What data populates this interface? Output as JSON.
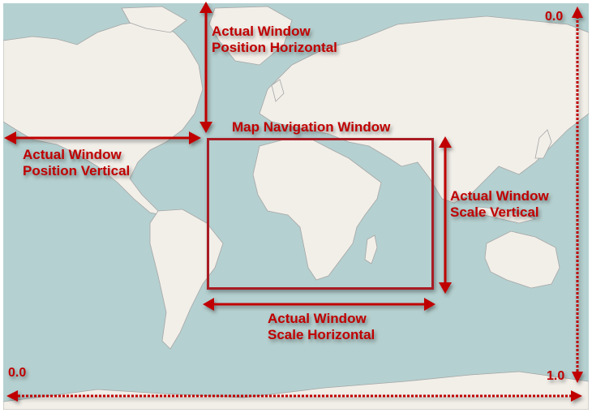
{
  "colors": {
    "ocean": "#b5d0d0",
    "land": "#f2efe9",
    "border": "#a6a6a6",
    "accent_red": "#c00000",
    "window_border": "#a91c24"
  },
  "labels": {
    "position_horizontal": [
      "Actual Window",
      "Position Horizontal"
    ],
    "position_vertical": [
      "Actual Window",
      "Position Vertical"
    ],
    "nav_window": "Map Navigation Window",
    "scale_vertical": [
      "Actual Window",
      "Scale Vertical"
    ],
    "scale_horizontal": [
      "Actual Window",
      "Scale Horizontal"
    ]
  },
  "axis": {
    "top_right": "0.0",
    "bottom_left": "0.0",
    "bottom_right": "1.0"
  }
}
